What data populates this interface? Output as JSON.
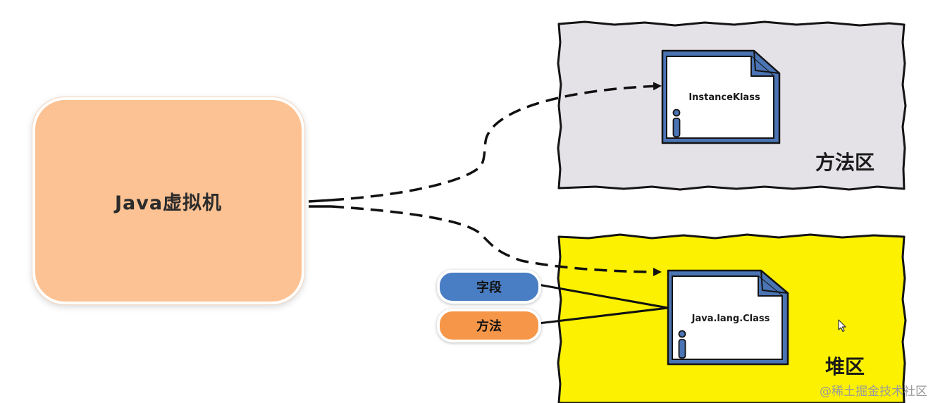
{
  "jvm": {
    "label": "Java虚拟机"
  },
  "method_area": {
    "label": "方法区",
    "klass_label": "InstanceKlass"
  },
  "heap": {
    "label": "堆区",
    "klass_label": "Java.lang.Class"
  },
  "pills": {
    "field_label": "字段",
    "method_label": "方法"
  },
  "watermark": "@稀土掘金技术社区",
  "colors": {
    "jvm_fill": "#fdc293",
    "method_area_fill": "#e4e1e7",
    "heap_fill": "#fbf100",
    "doc_icon_stroke": "#4a74b4",
    "field_pill": "#4a7ec4",
    "method_pill": "#f69649"
  },
  "icons": {
    "doc_icon": "document-with-info-icon",
    "cursor": "mouse-pointer-icon"
  }
}
